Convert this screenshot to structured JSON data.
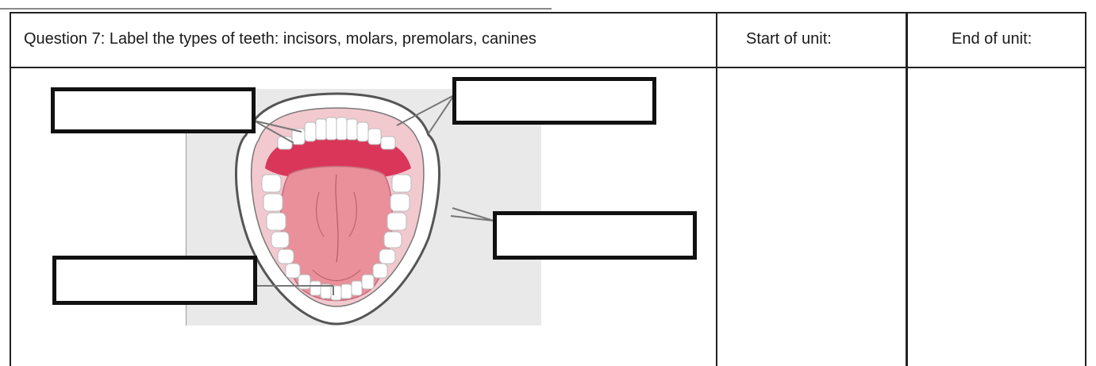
{
  "header": {
    "question": "Question 7: Label the types of teeth: incisors, molars, premolars, canines",
    "start_col": "Start of unit:",
    "end_col": "End of unit:"
  },
  "diagram": {
    "subject": "open mouth showing teeth, tongue and gums",
    "colors": {
      "gum": "#d9365a",
      "tongue": "#e9909b",
      "tooth": "#ffffff",
      "lip_outline": "#555555",
      "diagram_background": "#e9e9e9"
    },
    "answer_boxes": [
      "",
      "",
      "",
      ""
    ]
  }
}
